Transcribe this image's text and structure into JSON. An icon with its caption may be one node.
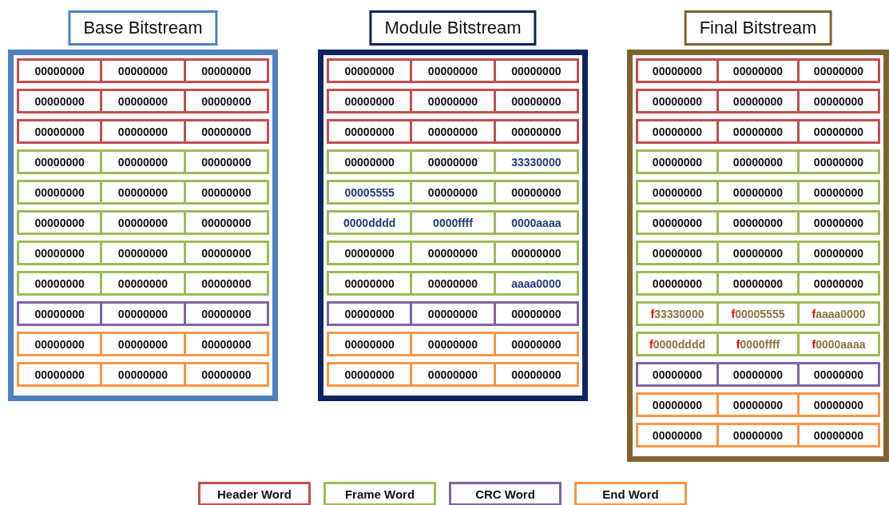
{
  "diagram": {
    "nodes": [
      {
        "text": [
          "Base Bitstream"
        ]
      },
      {
        "text": [],
        "shape": "box",
        "in": 0
      },
      {
        "text": [
          "00000000"
        ],
        "in": 1
      },
      {
        "text": [
          "00000000"
        ],
        "in": 1
      },
      {
        "text": [
          "00000000"
        ],
        "in": 1
      },
      {
        "text": [],
        "shape": "box",
        "in": 0
      },
      {
        "text": [
          "00000000"
        ],
        "in": 5
      },
      {
        "text": [
          "00000000"
        ],
        "in": 5
      },
      {
        "text": [
          "00000000"
        ],
        "in": 5
      },
      {
        "text": [],
        "shape": "box",
        "in": 0
      },
      {
        "text": [
          "00000000"
        ],
        "in": 9
      },
      {
        "text": [
          "00000000"
        ],
        "in": 9
      },
      {
        "text": [
          "00000000"
        ],
        "in": 9
      },
      {
        "text": [],
        "shape": "box",
        "in": 0
      },
      {
        "text": [
          "00000000"
        ],
        "in": 13
      },
      {
        "text": [
          "00000000"
        ],
        "in": 13
      },
      {
        "text": [
          "00000000"
        ],
        "in": 13
      },
      {
        "text": [],
        "shape": "box",
        "in": 0
      },
      {
        "text": [
          "00000000"
        ],
        "in": 17
      },
      {
        "text": [
          "00000000"
        ],
        "in": 17
      },
      {
        "text": [
          "00000000"
        ],
        "in": 17
      },
      {
        "text": [],
        "shape": "box",
        "in": 0
      },
      {
        "text": [
          "00000000"
        ],
        "in": 21
      },
      {
        "text": [
          "00000000"
        ],
        "in": 21
      },
      {
        "text": [
          "00000000"
        ],
        "in": 21
      },
      {
        "text": [],
        "shape": "box",
        "in": 0
      },
      {
        "text": [
          "00000000"
        ],
        "in": 25
      },
      {
        "text": [
          "00000000"
        ],
        "in": 25
      },
      {
        "text": [
          "00000000"
        ],
        "in": 25
      },
      {
        "text": [],
        "shape": "box",
        "in": 0
      },
      {
        "text": [
          "00000000"
        ],
        "in": 29
      },
      {
        "text": [
          "00000000"
        ],
        "in": 29
      },
      {
        "text": [
          "00000000"
        ],
        "in": 29
      },
      {
        "text": [],
        "shape": "box",
        "in": 0
      },
      {
        "text": [
          "00000000"
        ],
        "in": 33
      },
      {
        "text": [
          "00000000"
        ],
        "in": 33
      },
      {
        "text": [
          "00000000"
        ],
        "in": 33
      },
      {
        "text": [],
        "shape": "box",
        "in": 0
      },
      {
        "text": [
          "00000000"
        ],
        "in": 37
      },
      {
        "text": [
          "00000000"
        ],
        "in": 37
      },
      {
        "text": [
          "00000000"
        ],
        "in": 37
      },
      {
        "text": [],
        "shape": "box",
        "in": 0
      },
      {
        "text": [
          "00000000"
        ],
        "in": 41
      },
      {
        "text": [
          "00000000"
        ],
        "in": 41
      },
      {
        "text": [
          "00000000"
        ],
        "in": 41
      },
      {
        "text": [
          "Module Bitstream"
        ]
      },
      {
        "text": [],
        "shape": "box",
        "in": 45
      },
      {
        "text": [
          "00000000"
        ],
        "in": 46
      },
      {
        "text": [
          "00000000"
        ],
        "in": 46
      },
      {
        "text": [
          "00000000"
        ],
        "in": 46
      },
      {
        "text": [],
        "shape": "box",
        "in": 45
      },
      {
        "text": [
          "00000000"
        ],
        "in": 50
      },
      {
        "text": [
          "00000000"
        ],
        "in": 50
      },
      {
        "text": [
          "00000000"
        ],
        "in": 50
      },
      {
        "text": [],
        "shape": "box",
        "in": 45
      },
      {
        "text": [
          "00000000"
        ],
        "in": 54
      },
      {
        "text": [
          "00000000"
        ],
        "in": 54
      },
      {
        "text": [
          "00000000"
        ],
        "in": 54
      },
      {
        "text": [],
        "shape": "box",
        "in": 45
      },
      {
        "text": [
          "00000000"
        ],
        "in": 58
      },
      {
        "text": [
          "00000000"
        ],
        "in": 58
      },
      {
        "text": [
          "33330000"
        ],
        "in": 58
      },
      {
        "text": [],
        "shape": "box",
        "in": 45
      },
      {
        "text": [
          "00005555"
        ],
        "in": 62
      },
      {
        "text": [
          "00000000"
        ],
        "in": 62
      },
      {
        "text": [
          "00000000"
        ],
        "in": 62
      },
      {
        "text": [],
        "shape": "box",
        "in": 45
      },
      {
        "text": [
          "0000dddd"
        ],
        "in": 66
      },
      {
        "text": [
          "0000ffff"
        ],
        "in": 66
      },
      {
        "text": [
          "0000aaaa"
        ],
        "in": 66
      },
      {
        "text": [],
        "shape": "box",
        "in": 45
      },
      {
        "text": [
          "00000000"
        ],
        "in": 70
      },
      {
        "text": [
          "00000000"
        ],
        "in": 70
      },
      {
        "text": [
          "00000000"
        ],
        "in": 70
      },
      {
        "text": [],
        "shape": "box",
        "in": 45
      },
      {
        "text": [
          "00000000"
        ],
        "in": 74
      },
      {
        "text": [
          "00000000"
        ],
        "in": 74
      },
      {
        "text": [
          "aaaa0000"
        ],
        "in": 74
      },
      {
        "text": [],
        "shape": "box",
        "in": 45
      },
      {
        "text": [
          "00000000"
        ],
        "in": 78
      },
      {
        "text": [
          "00000000"
        ],
        "in": 78
      },
      {
        "text": [
          "00000000"
        ],
        "in": 78
      },
      {
        "text": [],
        "shape": "box",
        "in": 45
      },
      {
        "text": [
          "00000000"
        ],
        "in": 82
      },
      {
        "text": [
          "00000000"
        ],
        "in": 82
      },
      {
        "text": [
          "00000000"
        ],
        "in": 82
      },
      {
        "text": [],
        "shape": "box",
        "in": 45
      },
      {
        "text": [
          "00000000"
        ],
        "in": 86
      },
      {
        "text": [
          "00000000"
        ],
        "in": 86
      },
      {
        "text": [
          "00000000"
        ],
        "in": 86
      },
      {
        "text": [
          "Final Bitstream"
        ]
      },
      {
        "text": [],
        "shape": "box",
        "in": 90
      },
      {
        "text": [
          "00000000"
        ],
        "in": 91
      },
      {
        "text": [
          "00000000"
        ],
        "in": 91
      },
      {
        "text": [
          "00000000"
        ],
        "in": 91
      },
      {
        "text": [],
        "shape": "box",
        "in": 90
      },
      {
        "text": [
          "00000000"
        ],
        "in": 95
      },
      {
        "text": [
          "00000000"
        ],
        "in": 95
      },
      {
        "text": [
          "00000000"
        ],
        "in": 95
      },
      {
        "text": [],
        "shape": "box",
        "in": 90
      },
      {
        "text": [
          "00000000"
        ],
        "in": 99
      },
      {
        "text": [
          "00000000"
        ],
        "in": 99
      },
      {
        "text": [
          "00000000"
        ],
        "in": 99
      },
      {
        "text": [],
        "shape": "box",
        "in": 90
      },
      {
        "text": [
          "00000000"
        ],
        "in": 103
      },
      {
        "text": [
          "00000000"
        ],
        "in": 103
      },
      {
        "text": [
          "00000000"
        ],
        "in": 103
      },
      {
        "text": [],
        "shape": "box",
        "in": 90
      },
      {
        "text": [
          "00000000"
        ],
        "in": 107
      },
      {
        "text": [
          "00000000"
        ],
        "in": 107
      },
      {
        "text": [
          "00000000"
        ],
        "in": 107
      },
      {
        "text": [],
        "shape": "box",
        "in": 90
      },
      {
        "text": [
          "00000000"
        ],
        "in": 111
      },
      {
        "text": [
          "00000000"
        ],
        "in": 111
      },
      {
        "text": [
          "00000000"
        ],
        "in": 111
      },
      {
        "text": [],
        "shape": "box",
        "in": 90
      },
      {
        "text": [
          "00000000"
        ],
        "in": 115
      },
      {
        "text": [
          "00000000"
        ],
        "in": 115
      },
      {
        "text": [
          "00000000"
        ],
        "in": 115
      },
      {
        "text": [],
        "shape": "box",
        "in": 90
      },
      {
        "text": [
          "00000000"
        ],
        "in": 119
      },
      {
        "text": [
          "00000000"
        ],
        "in": 119
      },
      {
        "text": [
          "00000000"
        ],
        "in": 119
      },
      {
        "text": [],
        "shape": "box",
        "in": 90
      },
      {
        "text": [
          "f33330000"
        ],
        "in": 123
      },
      {
        "text": [
          "f00005555"
        ],
        "in": 123
      },
      {
        "text": [
          "faaaa0000"
        ],
        "in": 123
      },
      {
        "text": [],
        "shape": "box",
        "in": 90
      },
      {
        "text": [
          "f0000dddd"
        ],
        "in": 127
      },
      {
        "text": [
          "f0000ffff"
        ],
        "in": 127
      },
      {
        "text": [
          "f0000aaaa"
        ],
        "in": 127
      },
      {
        "text": [],
        "shape": "box",
        "in": 90
      },
      {
        "text": [
          "00000000"
        ],
        "in": 131
      },
      {
        "text": [
          "00000000"
        ],
        "in": 131
      },
      {
        "text": [
          "00000000"
        ],
        "in": 131
      },
      {
        "text": [],
        "shape": "box",
        "in": 90
      },
      {
        "text": [
          "00000000"
        ],
        "in": 135
      },
      {
        "text": [
          "00000000"
        ],
        "in": 135
      },
      {
        "text": [
          "00000000"
        ],
        "in": 135
      },
      {
        "text": [],
        "shape": "box",
        "in": 90
      },
      {
        "text": [
          "00000000"
        ],
        "in": 139
      },
      {
        "text": [
          "00000000"
        ],
        "in": 139
      },
      {
        "text": [
          "00000000"
        ],
        "in": 139
      }
    ],
    "legend": [
      {
        "text": "Header Word",
        "color": "#c0504d"
      },
      {
        "text": "Frame Word",
        "color": "#9bbb59"
      },
      {
        "text": "CRC Word",
        "color": "#8064a2"
      },
      {
        "text": "End Word",
        "color": "#f79646"
      }
    ]
  }
}
